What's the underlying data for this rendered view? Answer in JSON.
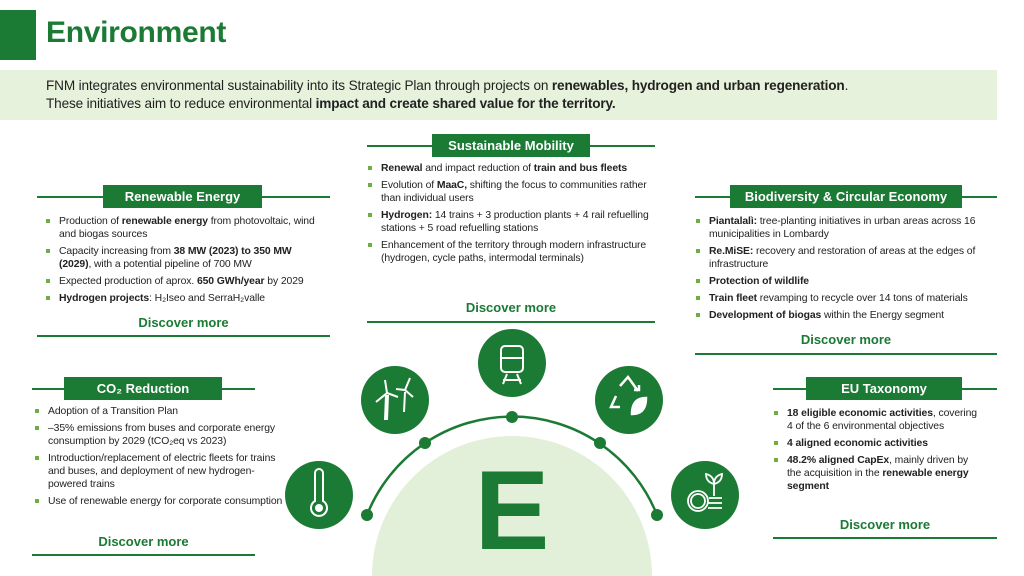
{
  "header": {
    "title": "Environment"
  },
  "banner": {
    "segments": [
      {
        "t": "FNM integrates environmental sustainability into its Strategic Plan through projects on ",
        "b": false
      },
      {
        "t": "renewables, hydrogen and urban regeneration",
        "b": true
      },
      {
        "t": ".",
        "b": false
      },
      {
        "t": "\nThese initiatives aim to reduce environmental ",
        "b": false
      },
      {
        "t": "impact and create shared value for the territory.",
        "b": true
      }
    ]
  },
  "sections": [
    {
      "id": "renewable-energy",
      "title": "Renewable Energy",
      "link": "Discover more",
      "bullets": [
        [
          {
            "t": "Production of ",
            "b": false
          },
          {
            "t": "renewable energy",
            "b": true
          },
          {
            "t": " from photovoltaic, wind and biogas sources",
            "b": false
          }
        ],
        [
          {
            "t": "Capacity increasing from ",
            "b": false
          },
          {
            "t": "38 MW (2023) to 350 MW (2029)",
            "b": true
          },
          {
            "t": ", with a potential pipeline of 700 MW",
            "b": false
          }
        ],
        [
          {
            "t": "Expected production of aprox. ",
            "b": false
          },
          {
            "t": "650 GWh/year",
            "b": true
          },
          {
            "t": " by 2029",
            "b": false
          }
        ],
        [
          {
            "t": "Hydrogen projects",
            "b": true
          },
          {
            "t": ": H₂Iseo and SerraH₂valle",
            "b": false
          }
        ]
      ]
    },
    {
      "id": "sustainable-mobility",
      "title": "Sustainable Mobility",
      "link": "Discover more",
      "bullets": [
        [
          {
            "t": "Renewal",
            "b": true
          },
          {
            "t": " and impact reduction of ",
            "b": false
          },
          {
            "t": "train and bus fleets",
            "b": true
          }
        ],
        [
          {
            "t": "Evolution of ",
            "b": false
          },
          {
            "t": "MaaC,",
            "b": true
          },
          {
            "t": " shifting the focus to communities rather than individual users",
            "b": false
          }
        ],
        [
          {
            "t": "Hydrogen:",
            "b": true
          },
          {
            "t": " 14 trains + 3 production plants + 4 rail refuelling stations + 5 road refuelling stations",
            "b": false
          }
        ],
        [
          {
            "t": "Enhancement of the territory through modern infrastructure (hydrogen, cycle paths, intermodal terminals)",
            "b": false
          }
        ]
      ]
    },
    {
      "id": "biodiversity",
      "title": "Biodiversity & Circular Economy",
      "link": "Discover more",
      "bullets": [
        [
          {
            "t": "Piantalalì:",
            "b": true
          },
          {
            "t": " tree-planting initiatives in urban areas across 16 municipalities in Lombardy",
            "b": false
          }
        ],
        [
          {
            "t": "Re.MiSE:",
            "b": true
          },
          {
            "t": " recovery and restoration of areas at the edges of infrastructure",
            "b": false
          }
        ],
        [
          {
            "t": "Protection of wildlife",
            "b": true
          }
        ],
        [
          {
            "t": "Train fleet",
            "b": true
          },
          {
            "t": " revamping to recycle over 14 tons of materials",
            "b": false
          }
        ],
        [
          {
            "t": "Development of biogas",
            "b": true
          },
          {
            "t": " within the Energy segment",
            "b": false
          }
        ]
      ]
    },
    {
      "id": "co2-reduction",
      "title": "CO₂ Reduction",
      "link": "Discover more",
      "bullets": [
        [
          {
            "t": "Adoption of a Transition Plan",
            "b": false
          }
        ],
        [
          {
            "t": "–35% emissions from buses and corporate energy consumption by 2029 (tCO₂eq vs 2023)",
            "b": false
          }
        ],
        [
          {
            "t": "Introduction/replacement of electric fleets for trains and buses, and deployment of new hydrogen-powered trains",
            "b": false
          }
        ],
        [
          {
            "t": "Use of renewable energy for corporate consumption",
            "b": false
          }
        ]
      ]
    },
    {
      "id": "eu-taxonomy",
      "title": "EU Taxonomy",
      "link": "Discover more",
      "bullets": [
        [
          {
            "t": "18 eligible economic activities",
            "b": true
          },
          {
            "t": ", covering 4 of the 6 environmental objectives",
            "b": false
          }
        ],
        [
          {
            "t": "4 aligned economic activities",
            "b": true
          }
        ],
        [
          {
            "t": "48.2% aligned CapEx",
            "b": true
          },
          {
            "t": ", mainly driven by the acquisition in the ",
            "b": false
          },
          {
            "t": "renewable energy segment",
            "b": true
          }
        ]
      ]
    }
  ],
  "center": {
    "letter": "E",
    "icons": [
      "thermometer-icon",
      "wind-turbine-icon",
      "train-icon",
      "recycle-leaf-icon",
      "money-plant-icon"
    ]
  },
  "colors": {
    "green": "#1b7a34",
    "light": "#e6f2dc",
    "bullet": "#70ad47"
  }
}
